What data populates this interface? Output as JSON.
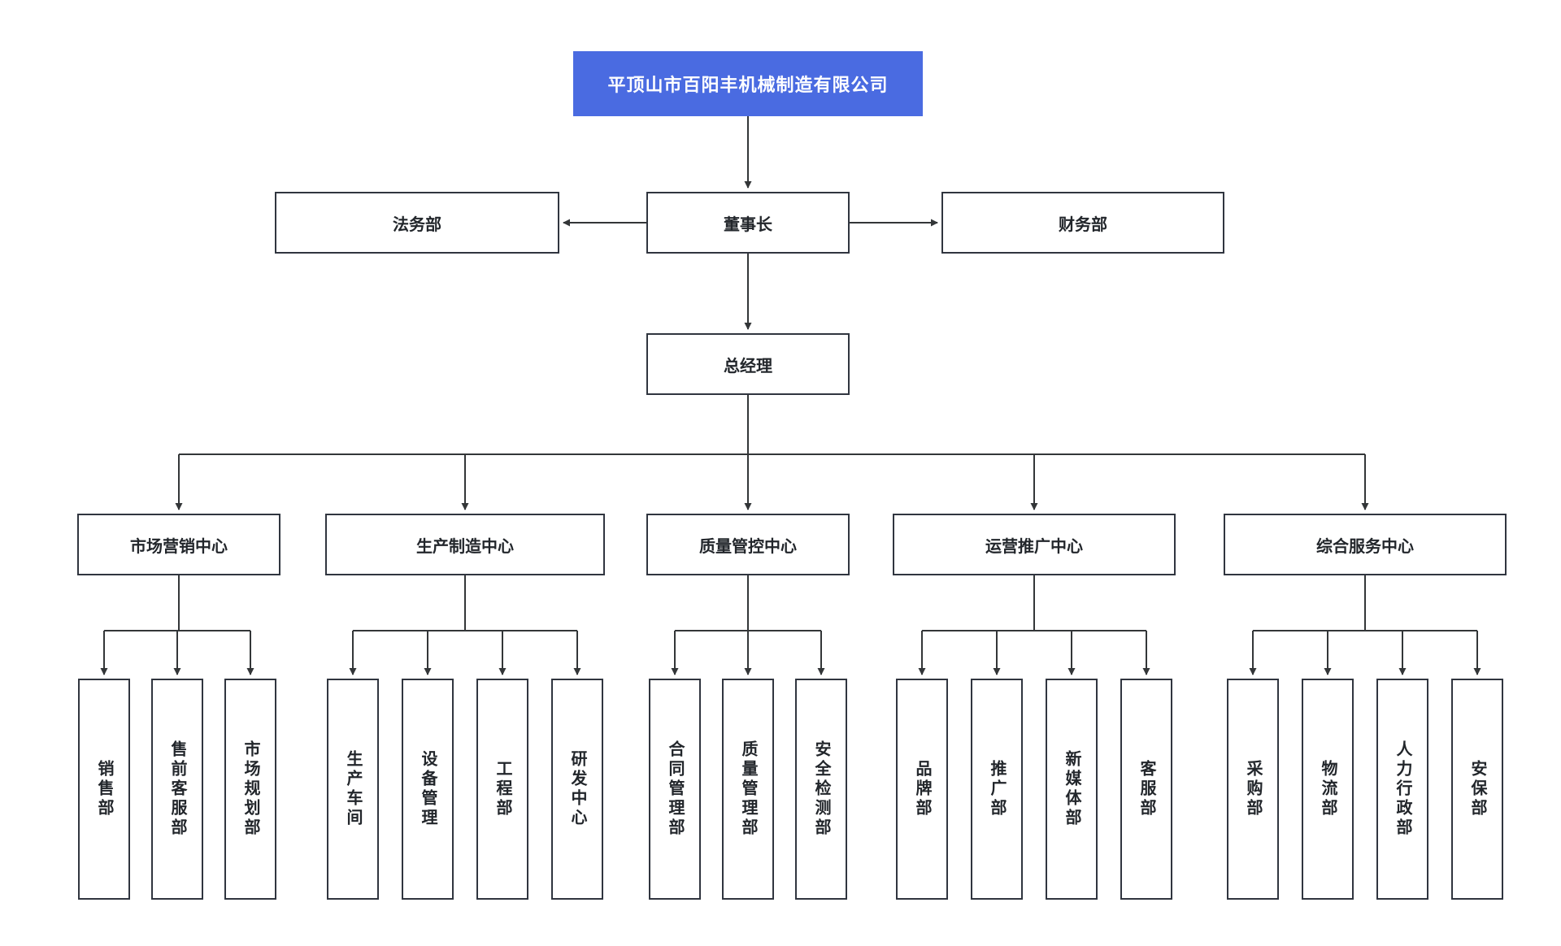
{
  "org": {
    "root": {
      "label": "平顶山市百阳丰机械制造有限公司"
    },
    "level2": {
      "legal": {
        "label": "法务部"
      },
      "chairman": {
        "label": "董事长"
      },
      "finance": {
        "label": "财务部"
      }
    },
    "level3": {
      "general_manager": {
        "label": "总经理"
      }
    },
    "centers": [
      {
        "label": "市场营销中心",
        "children": [
          "销售部",
          "售前客服部",
          "市场规划部"
        ]
      },
      {
        "label": "生产制造中心",
        "children": [
          "生产车间",
          "设备管理",
          "工程部",
          "研发中心"
        ]
      },
      {
        "label": "质量管控中心",
        "children": [
          "合同管理部",
          "质量管理部",
          "安全检测部"
        ]
      },
      {
        "label": "运营推广中心",
        "children": [
          "品牌部",
          "推广部",
          "新媒体部",
          "客服部"
        ]
      },
      {
        "label": "综合服务中心",
        "children": [
          "采购部",
          "物流部",
          "人力行政部",
          "安保部"
        ]
      }
    ]
  },
  "colors": {
    "root_background": "#4a6be1",
    "root_text": "#ffffff",
    "box_border": "#30353f",
    "connector": "#333638",
    "text": "#22262b",
    "page_background": "#ffffff"
  }
}
